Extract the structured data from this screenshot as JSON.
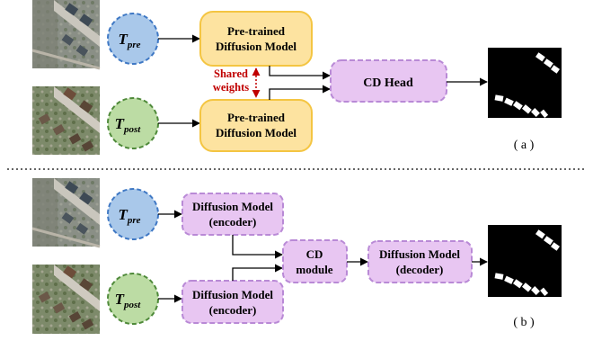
{
  "panel_a": {
    "input_pre": {
      "label_main": "T",
      "label_sub": "pre"
    },
    "input_post": {
      "label_main": "T",
      "label_sub": "post"
    },
    "model_top": {
      "line1": "Pre-trained",
      "line2": "Diffusion Model"
    },
    "model_bottom": {
      "line1": "Pre-trained",
      "line2": "Diffusion Model"
    },
    "shared": {
      "line1": "Shared",
      "line2": "weights"
    },
    "head": {
      "label": "CD Head"
    },
    "caption": "( a )"
  },
  "panel_b": {
    "input_pre": {
      "label_main": "T",
      "label_sub": "pre"
    },
    "input_post": {
      "label_main": "T",
      "label_sub": "post"
    },
    "encoder_top": {
      "line1": "Diffusion Model",
      "line2": "(encoder)"
    },
    "encoder_bottom": {
      "line1": "Diffusion Model",
      "line2": "(encoder)"
    },
    "cd_module": {
      "line1": "CD",
      "line2": "module"
    },
    "decoder": {
      "line1": "Diffusion Model",
      "line2": "(decoder)"
    },
    "caption": "( b )"
  },
  "colors": {
    "blue_fill": "#a9c8ea",
    "blue_stroke": "#3f78c4",
    "green_fill": "#bcdca4",
    "green_stroke": "#4f8a3a",
    "yellow_fill": "#fde3a0",
    "yellow_stroke": "#f4c542",
    "purple_fill": "#e8c6f2",
    "purple_stroke": "#b98ad6",
    "shared_red": "#c00000"
  }
}
